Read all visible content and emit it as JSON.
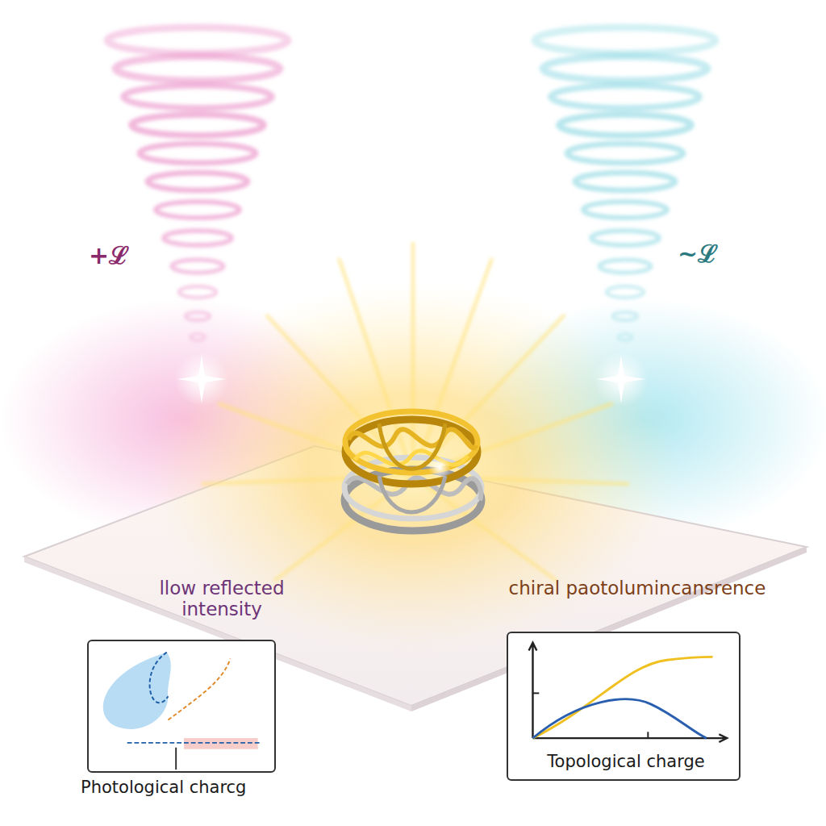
{
  "diagram": {
    "nodes": [
      {
        "text": [
          "Photological charcg"
        ]
      },
      {
        "text": [
          "Topological charge"
        ]
      }
    ],
    "labels": [
      "+ℒ",
      "~ℒ",
      "llow reflected intensity",
      "chiral paotolumincansrence"
    ]
  }
}
